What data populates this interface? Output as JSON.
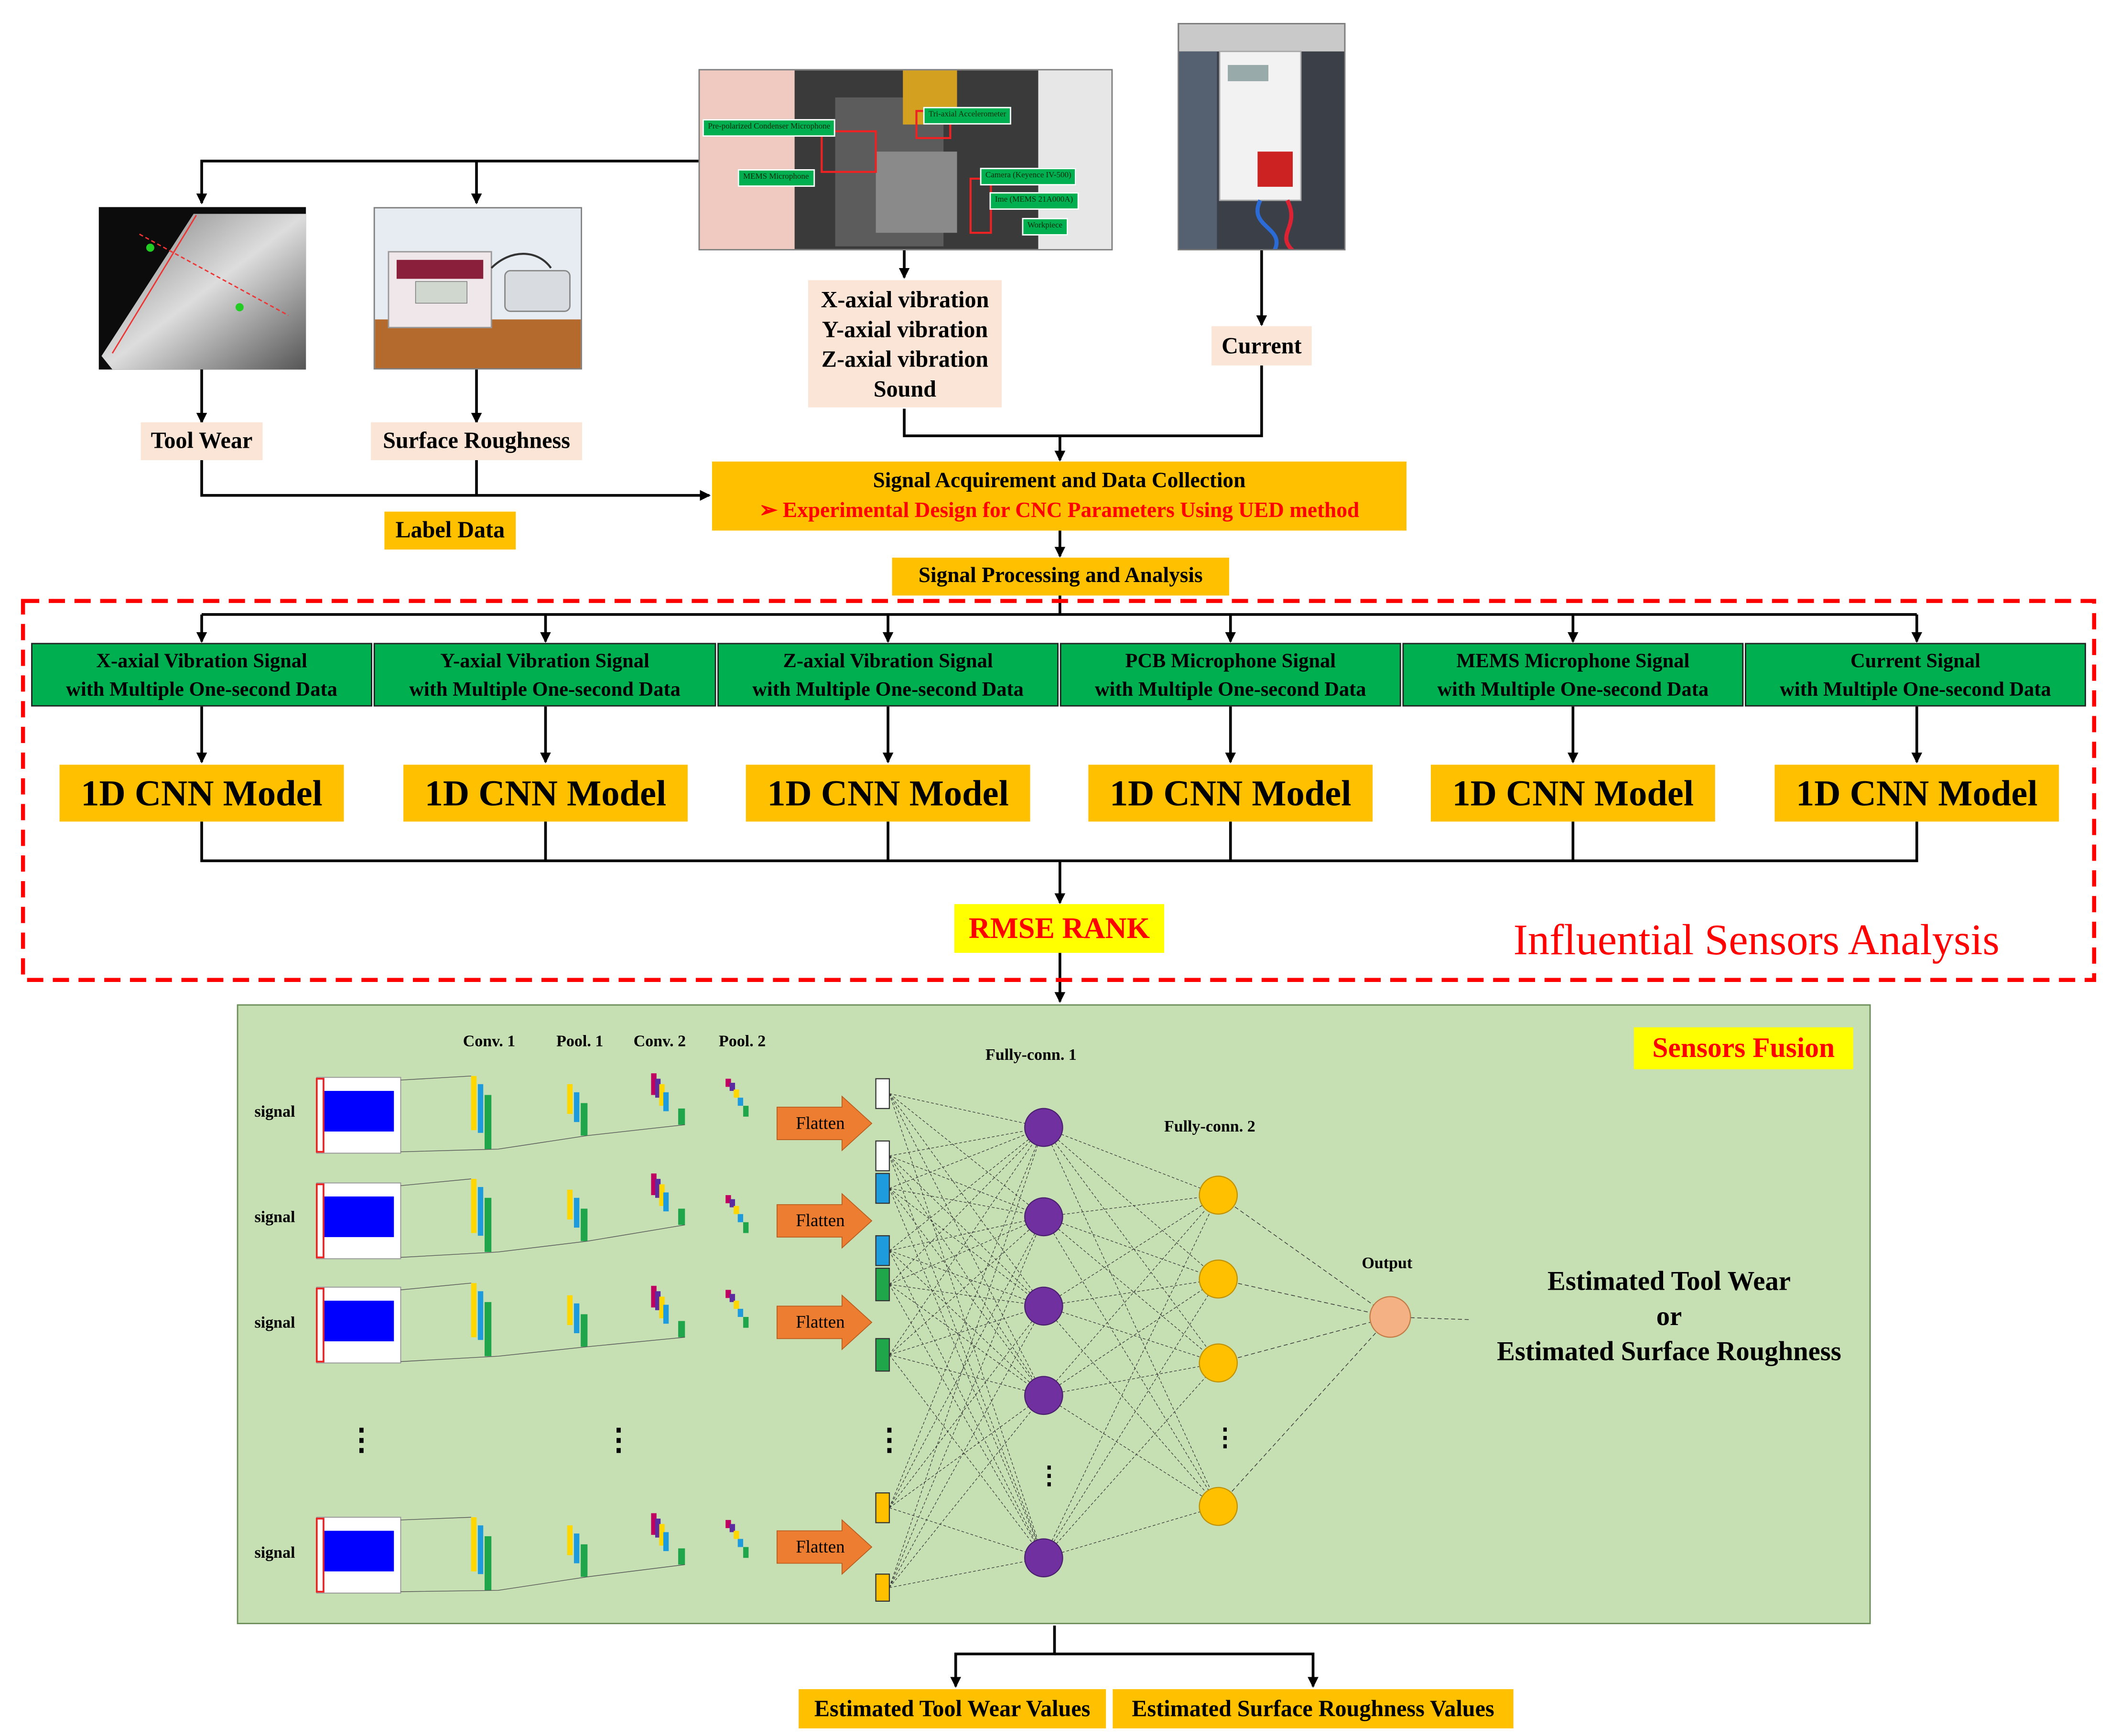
{
  "photos": {
    "tool_wear_photo": "tool-wear-micrograph",
    "roughness_photo": "surface-roughness-tester",
    "sensor_setup_photo": "cnc-sensor-installation",
    "current_photo": "current-sensor-cabinet"
  },
  "sensor_tags": [
    "Pre-polarized Condenser Microphone",
    "Tri-axial Accelerometer",
    "MEMS Microphone",
    "Camera (Keyence IV-500)",
    "Ime (MEMS 21A000A)",
    "Workpiece"
  ],
  "measurements": {
    "tool_wear": "Tool Wear",
    "surface_roughness": "Surface Roughness",
    "vibration_lines": [
      "X-axial vibration",
      "Y-axial vibration",
      "Z-axial vibration",
      "Sound"
    ],
    "current": "Current"
  },
  "label_data": "Label Data",
  "acquisition": {
    "title": "Signal Acquirement and Data Collection",
    "subtitle": "➢ Experimental Design for CNC Parameters Using UED method"
  },
  "processing": "Signal Processing and Analysis",
  "signals": [
    {
      "line1": "X-axial Vibration Signal",
      "line2": "with Multiple One-second Data"
    },
    {
      "line1": "Y-axial Vibration Signal",
      "line2": "with Multiple One-second Data"
    },
    {
      "line1": "Z-axial Vibration Signal",
      "line2": "with Multiple One-second Data"
    },
    {
      "line1": "PCB Microphone Signal",
      "line2": "with Multiple One-second Data"
    },
    {
      "line1": "MEMS Microphone Signal",
      "line2": "with Multiple One-second Data"
    },
    {
      "line1": "Current Signal",
      "line2": "with Multiple One-second Data"
    }
  ],
  "model_label": "1D CNN Model",
  "rmse_rank": "RMSE RANK",
  "influential_title": "Influential Sensors Analysis",
  "fusion": {
    "title": "Sensors Fusion",
    "conv1": "Conv. 1",
    "pool1": "Pool. 1",
    "conv2": "Conv. 2",
    "pool2": "Pool. 2",
    "signal_label": "signal",
    "flatten": "Flatten",
    "fc1": "Fully-conn. 1",
    "fc2": "Fully-conn. 2",
    "output": "Output",
    "estimate_line1": "Estimated Tool Wear",
    "estimate_line2": "or",
    "estimate_line3": "Estimated Surface Roughness",
    "ellipsis": "⋮"
  },
  "outputs": {
    "tool_wear_values": "Estimated Tool Wear Values",
    "roughness_values": "Estimated Surface Roughness Values"
  },
  "colors": {
    "orange": "#ffc000",
    "green": "#00b050",
    "pink": "#fbe5d6",
    "red": "#ff0000",
    "fusion_bg": "#c6e0b4",
    "neuron_fc1": "#7030a0",
    "neuron_fc2": "#ffc000",
    "neuron_out": "#f4b183",
    "flatten_arrow": "#ed7d31",
    "signal_blue": "#0000ff"
  }
}
